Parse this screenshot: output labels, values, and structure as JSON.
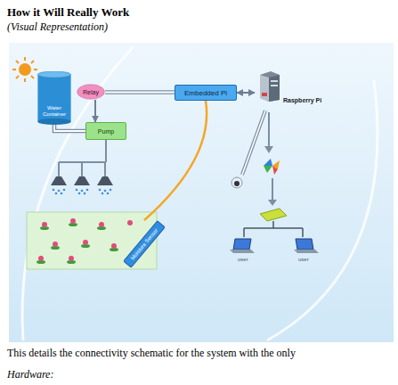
{
  "diagram": {
    "title": "How it Will Really Work",
    "nodes": [
      {
        "text": [
          "Water Container"
        ]
      },
      {
        "text": [
          "Relay"
        ]
      },
      {
        "text": [
          "Pump"
        ]
      },
      {
        "text": [
          "Embedded Pi"
        ]
      },
      {
        "text": [
          "Raspberry Pi"
        ]
      },
      {
        "text": [
          "Moisture Sensor"
        ]
      }
    ],
    "edges": [
      {
        "from": 1,
        "to": 3,
        "arrow": "none"
      },
      {
        "from": 1,
        "to": 2,
        "arrow": "to"
      },
      {
        "from": 0,
        "to": 2,
        "arrow": "none"
      },
      {
        "from": 3,
        "to": 4,
        "arrow": "both"
      },
      {
        "from": 5,
        "to": 3,
        "arrow": "none"
      }
    ],
    "labels": [
      "(Visual Representation)",
      "user",
      "user",
      "This details the connectivity schematic for the system with the only",
      "Hardware:"
    ]
  }
}
